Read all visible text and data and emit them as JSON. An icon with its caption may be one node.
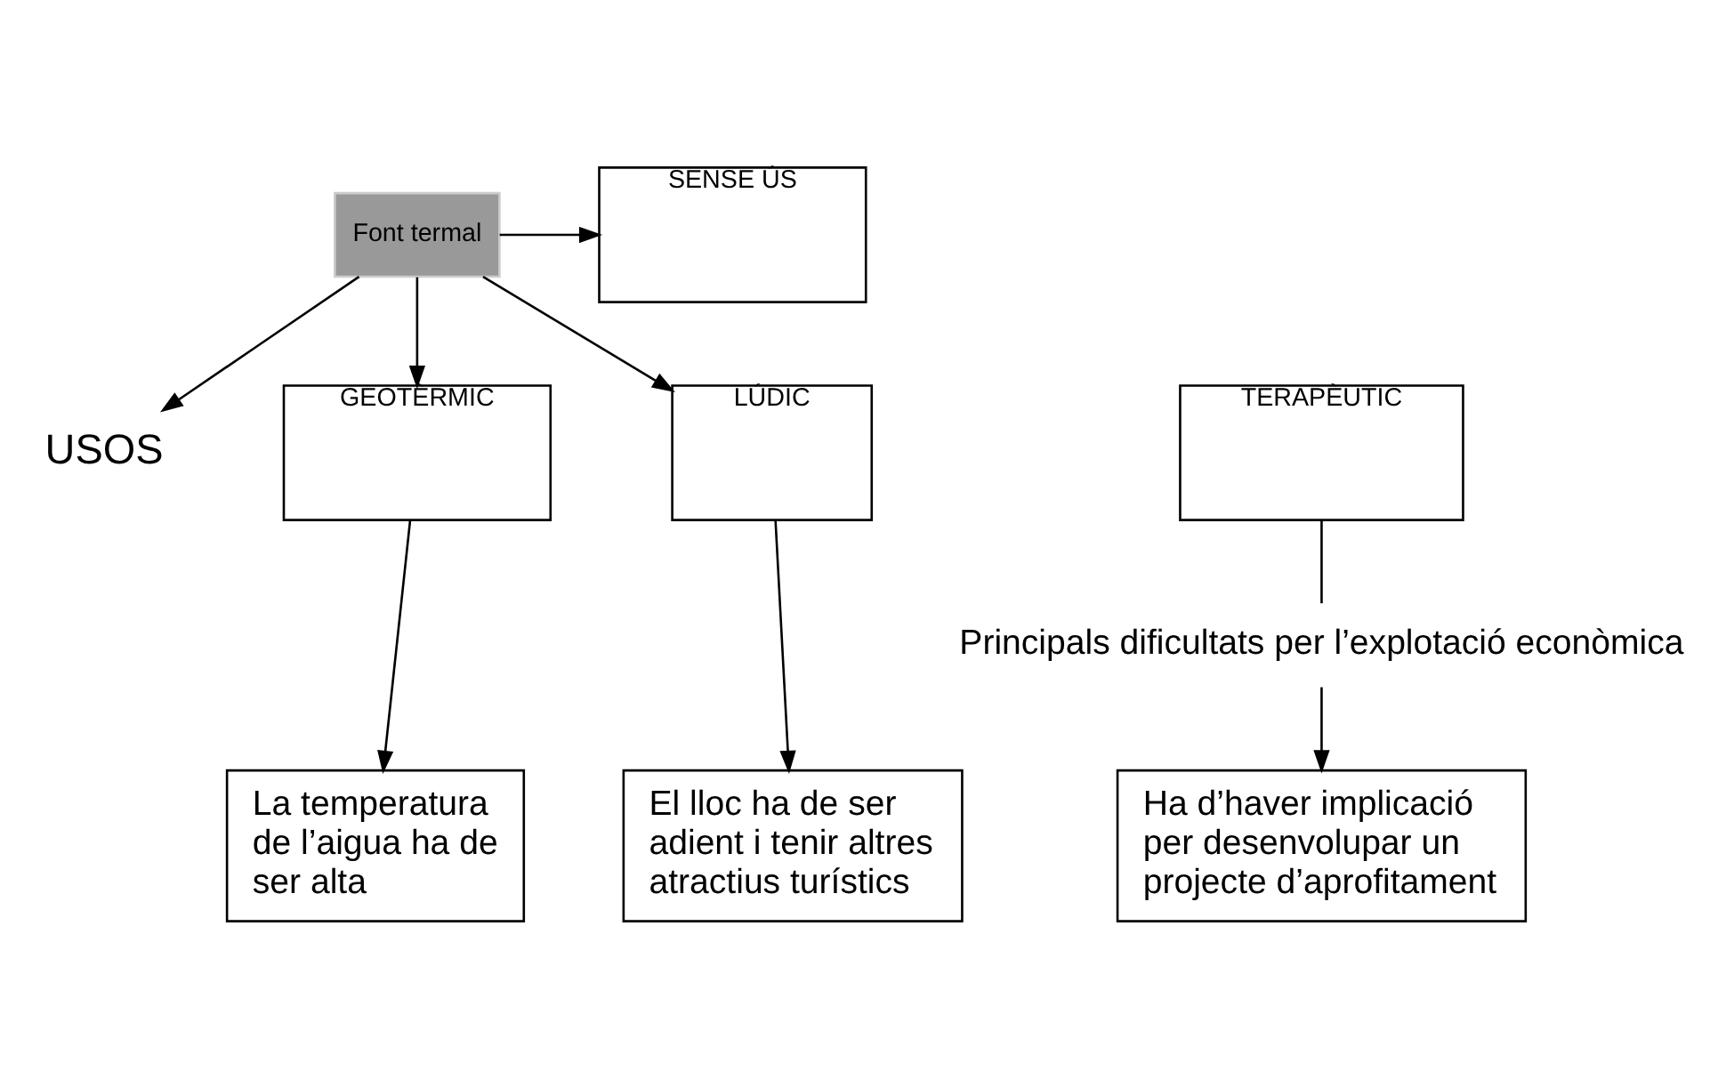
{
  "diagram": {
    "nodes": [
      {
        "text": [
          "Font termal"
        ]
      },
      {
        "text": [
          "SENSE ÚS"
        ]
      },
      {
        "text": [
          "USOS"
        ]
      },
      {
        "text": [
          "GEOTÈRMIC"
        ]
      },
      {
        "text": [
          "TERAPÈUTIC"
        ]
      },
      {
        "text": [
          "LÚDIC"
        ]
      },
      {
        "text": [
          "Principals dificultats per l’explotació econòmica"
        ]
      },
      {
        "text": [
          "La temperatura de l’aigua ha de ser alta"
        ]
      },
      {
        "text": [
          "Ha d’haver implicació per desenvolupar un projecte d’aprofitament"
        ]
      },
      {
        "text": [
          "El lloc ha de ser adient i tenir altres atractius turístics"
        ]
      }
    ],
    "edges": [
      {
        "from": 0,
        "to": 1,
        "arrow": "to"
      },
      {
        "from": 0,
        "to": 3,
        "arrow": "to"
      },
      {
        "from": 0,
        "to": 2,
        "arrow": "to"
      },
      {
        "from": 0,
        "to": 5,
        "arrow": "to"
      },
      {
        "from": 3,
        "to": 7,
        "arrow": "to"
      },
      {
        "from": 4,
        "to": 6,
        "arrow": "none"
      },
      {
        "from": 6,
        "to": 8,
        "arrow": "to"
      },
      {
        "from": 5,
        "to": 9,
        "arrow": "to"
      }
    ]
  }
}
